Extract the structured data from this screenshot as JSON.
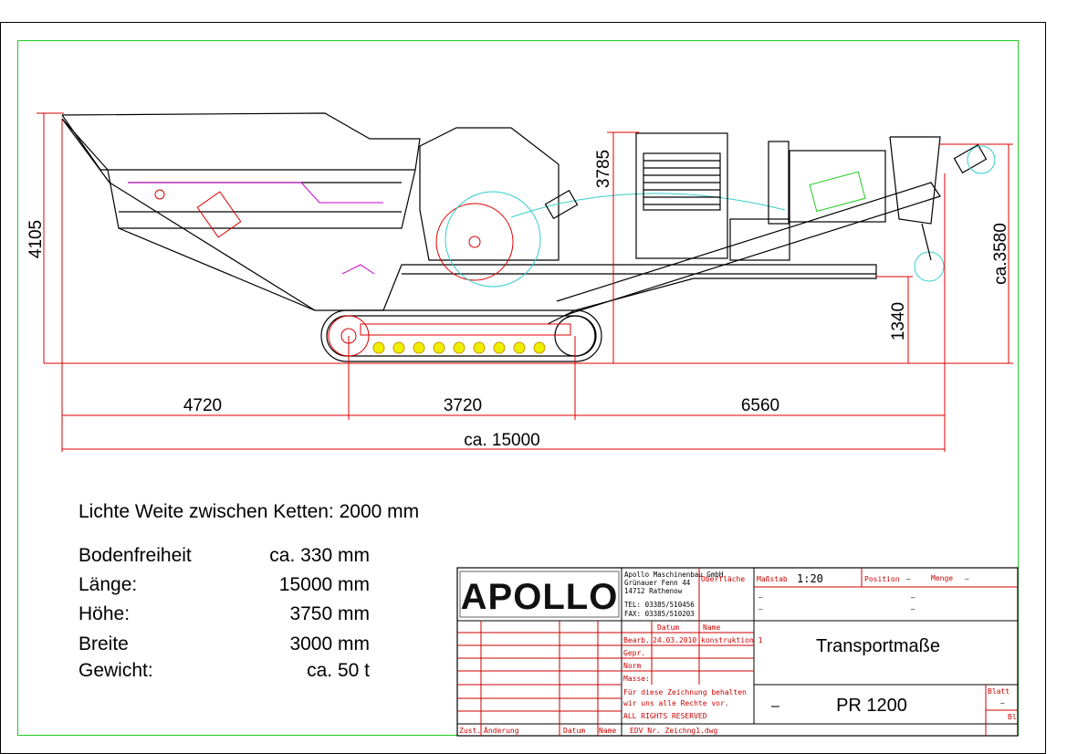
{
  "dimensions": {
    "height_total": "4105",
    "height_crusher": "3785",
    "height_conveyor": "ca.3580",
    "height_discharge": "1340",
    "length_front": "4720",
    "length_track": "3720",
    "length_rear": "6560",
    "length_total": "ca. 15000"
  },
  "specs": {
    "track_gap": "Lichte Weite zwischen Ketten:  2000 mm",
    "rows": [
      {
        "label": "Bodenfreiheit",
        "value": "ca. 330 mm"
      },
      {
        "label": "Länge:",
        "value": "15000 mm"
      },
      {
        "label": "Höhe:",
        "value": "3750 mm"
      },
      {
        "label": "Breite",
        "value": "3000 mm"
      },
      {
        "label": "Gewicht:",
        "value": "ca. 50 t"
      }
    ]
  },
  "title_block": {
    "logo": "APOLLO",
    "company": [
      "Apollo Maschinenbau GmbH",
      "Grünauer Fenn 44",
      "14712 Rathenow"
    ],
    "tel": "TEL: 03385/510456",
    "fax": "FAX: 03385/510203",
    "oberflaeche": "Oberfläche",
    "massstab_label": "Maßstab",
    "massstab": "1:20",
    "position_label": "Position",
    "position": "–",
    "menge_label": "Menge",
    "menge": "–",
    "dash": "–",
    "datum_header": "Datum",
    "name_header": "Name",
    "bearb_label": "Bearb.",
    "bearb_datum": "24.03.2010",
    "bearb_name": "konstruktion 1",
    "gepr_label": "Gepr.",
    "norm_label": "Norm",
    "masse_label": "Masse:",
    "rights_1": "Für diese Zeichnung behalten",
    "rights_2": "wir uns alle Rechte vor.",
    "rights_3": "ALL RIGHTS RESERVED",
    "edv": "EDV Nr. Zeichng1.dwg",
    "title": "Transportmaße",
    "drawing_no": "PR 1200",
    "blatt_label": "Blatt",
    "blatt": "–",
    "bl_label": "Bl",
    "rev_headers": [
      "Zust.",
      "Änderung",
      "Datum",
      "Name"
    ]
  }
}
